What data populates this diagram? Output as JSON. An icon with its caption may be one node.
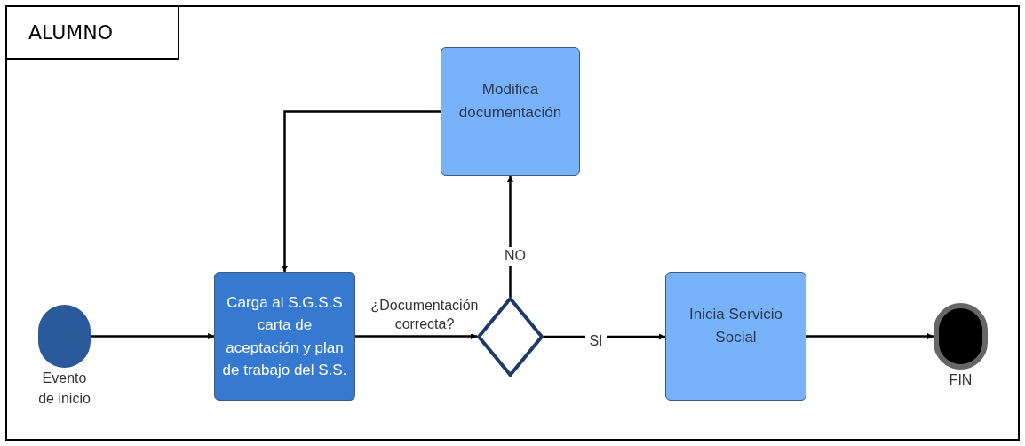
{
  "diagram": {
    "nodes": [
      {
        "text": [
          "ALUMNO"
        ]
      },
      {
        "text": [],
        "shape": "circle",
        "in": 0,
        "beside": [
          "Evento de inicio"
        ]
      },
      {
        "text": [
          "Carga al S.G.S.S carta de aceptación y plan de trabajo del S.S."
        ],
        "in": 0
      },
      {
        "text": [],
        "shape": "diamond",
        "in": 0
      },
      {
        "text": [
          "Modifica documentación"
        ],
        "in": 0
      },
      {
        "text": [
          "Inicia Servicio Social"
        ],
        "in": 0
      },
      {
        "text": [],
        "shape": "circle",
        "in": 0,
        "beside": [
          "FIN"
        ]
      }
    ],
    "edges": [
      {
        "from": 1,
        "to": 2,
        "arrow": "to"
      },
      {
        "from": 2,
        "to": 3,
        "arrow": "to",
        "label": "¿Documentación correcta?"
      },
      {
        "from": 3,
        "to": 4,
        "arrow": "to",
        "label": "NO"
      },
      {
        "from": 4,
        "to": 2,
        "arrow": "to"
      },
      {
        "from": 3,
        "to": 5,
        "arrow": "to",
        "label": "SI"
      },
      {
        "from": 5,
        "to": 6,
        "arrow": "to"
      }
    ]
  }
}
